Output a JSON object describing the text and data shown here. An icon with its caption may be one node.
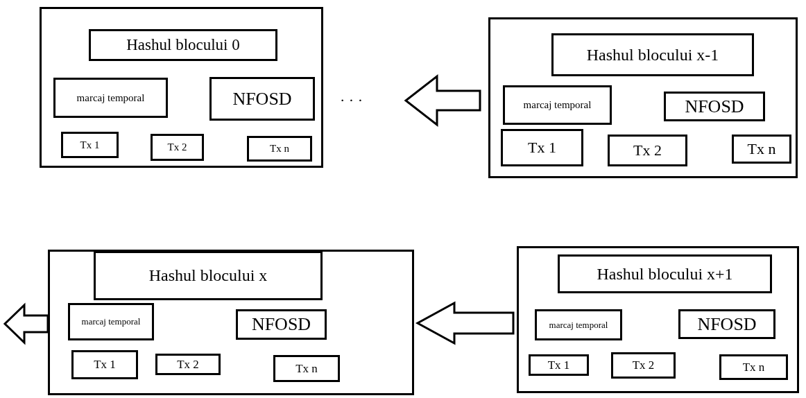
{
  "diagram": {
    "nodes": [
      {
        "text": [],
        "shape": "box"
      },
      {
        "text": [
          "Hashul blocului 0"
        ],
        "in": 0
      },
      {
        "text": [
          "marcaj temporal"
        ],
        "in": 0
      },
      {
        "text": [
          "NFOSD"
        ],
        "in": 0
      },
      {
        "text": [
          "Tx 1"
        ],
        "in": 0
      },
      {
        "text": [
          "Tx 2"
        ],
        "in": 0
      },
      {
        "text": [
          "Tx n"
        ],
        "in": 0
      },
      {
        "text": [],
        "shape": "box"
      },
      {
        "text": [
          "Hashul blocului x-1"
        ],
        "in": 7
      },
      {
        "text": [
          "marcaj temporal"
        ],
        "in": 7
      },
      {
        "text": [
          "NFOSD"
        ],
        "in": 7
      },
      {
        "text": [
          "Tx 1"
        ],
        "in": 7
      },
      {
        "text": [
          "Tx 2"
        ],
        "in": 7
      },
      {
        "text": [
          "Tx n"
        ],
        "in": 7
      },
      {
        "text": [],
        "shape": "box"
      },
      {
        "text": [
          "Hashul blocului x"
        ],
        "in": 14
      },
      {
        "text": [
          "marcaj temporal"
        ],
        "in": 14
      },
      {
        "text": [
          "NFOSD"
        ],
        "in": 14
      },
      {
        "text": [
          "Tx 1"
        ],
        "in": 14
      },
      {
        "text": [
          "Tx 2"
        ],
        "in": 14
      },
      {
        "text": [
          "Tx n"
        ],
        "in": 14
      },
      {
        "text": [],
        "shape": "box"
      },
      {
        "text": [
          "Hashul blocului x+1"
        ],
        "in": 21
      },
      {
        "text": [
          "marcaj temporal"
        ],
        "in": 21
      },
      {
        "text": [
          "NFOSD"
        ],
        "in": 21
      },
      {
        "text": [
          "Tx 1"
        ],
        "in": 21
      },
      {
        "text": [
          "Tx 2"
        ],
        "in": 21
      },
      {
        "text": [
          "Tx n"
        ],
        "in": 21
      }
    ],
    "edges": [
      {
        "from": 7,
        "to": null,
        "arrow": "to"
      },
      {
        "from": 21,
        "to": 14,
        "arrow": "to"
      },
      {
        "from": 14,
        "to": null,
        "arrow": "to"
      }
    ],
    "labels": [
      "· · ·"
    ]
  }
}
